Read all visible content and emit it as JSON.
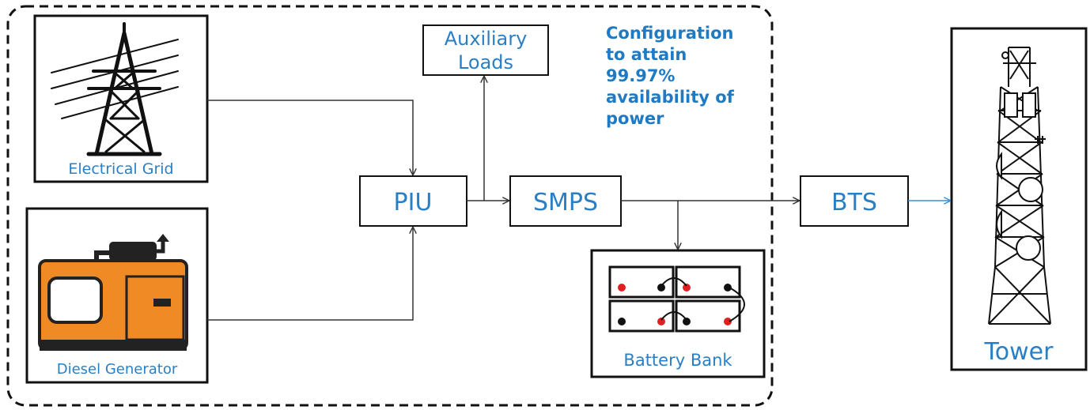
{
  "diagram": {
    "note": [
      "Configuration",
      "to attain",
      "99.97%",
      "availability of",
      "power"
    ],
    "nodes": {
      "grid": "Electrical Grid",
      "generator": "Diesel Generator",
      "piu": "PIU",
      "aux_1": "Auxiliary",
      "aux_2": "Loads",
      "smps": "SMPS",
      "battery": "Battery Bank",
      "bts": "BTS",
      "tower": "Tower"
    },
    "edges": [
      {
        "from": "Electrical Grid",
        "to": "PIU"
      },
      {
        "from": "Diesel Generator",
        "to": "PIU"
      },
      {
        "from": "PIU",
        "to": "SMPS"
      },
      {
        "from": "PIU",
        "to": "Auxiliary Loads"
      },
      {
        "from": "SMPS",
        "to": "Battery Bank"
      },
      {
        "from": "SMPS",
        "to": "BTS"
      },
      {
        "from": "BTS",
        "to": "Tower"
      }
    ],
    "colors": {
      "label_text": "#2a7fc4",
      "note_text": "#1f7ac4",
      "generator_body": "#f08a24",
      "terminal_positive": "#e02020",
      "terminal_negative": "#111111",
      "bts_tower_link": "#3a8fd4"
    },
    "icons": [
      "transmission-tower-icon",
      "diesel-generator-icon",
      "battery-icon",
      "telecom-tower-icon"
    ]
  }
}
